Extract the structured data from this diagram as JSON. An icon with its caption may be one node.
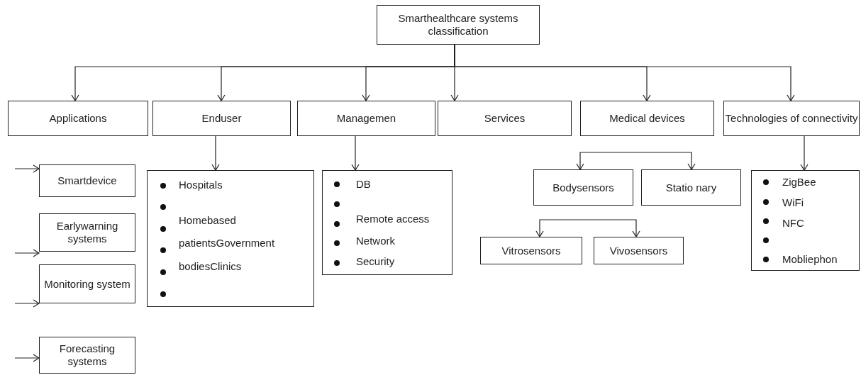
{
  "diagram": {
    "nodes": [
      {
        "text": [
          "Smarthealthcare systems classification"
        ]
      },
      {
        "text": [
          "Applications"
        ]
      },
      {
        "text": [
          "Enduser"
        ]
      },
      {
        "text": [
          "Managemen"
        ]
      },
      {
        "text": [
          "Services"
        ]
      },
      {
        "text": [
          "Medical devices"
        ]
      },
      {
        "text": [
          "Technologies of connectivity"
        ]
      },
      {
        "text": [
          "Smartdevice"
        ]
      },
      {
        "text": [
          "Earlywarning systems"
        ]
      },
      {
        "text": [
          "Monitoring system"
        ]
      },
      {
        "text": [
          "Forecasting systems"
        ]
      },
      {
        "text": [
          "Hospitals",
          "Homebased",
          "patientsGovernment",
          "bodiesClinics"
        ]
      },
      {
        "text": [
          "DB",
          "Remote access",
          "Network",
          "Security"
        ]
      },
      {
        "text": [
          "Bodysensors"
        ]
      },
      {
        "text": [
          "Statio nary"
        ]
      },
      {
        "text": [
          "Vitrosensors"
        ]
      },
      {
        "text": [
          "Vivosensors"
        ]
      },
      {
        "text": [
          "ZigBee",
          "WiFi",
          "NFC",
          "Mobliephon"
        ]
      }
    ],
    "edges": [
      {
        "from": 0,
        "to": 1,
        "arrow": "to"
      },
      {
        "from": 0,
        "to": 2,
        "arrow": "to"
      },
      {
        "from": 0,
        "to": 3,
        "arrow": "to"
      },
      {
        "from": 0,
        "to": 4,
        "arrow": "to"
      },
      {
        "from": 0,
        "to": 5,
        "arrow": "to"
      },
      {
        "from": 0,
        "to": 6,
        "arrow": "to"
      },
      {
        "from": null,
        "to": 7,
        "arrow": "to"
      },
      {
        "from": null,
        "to": 8,
        "arrow": "to"
      },
      {
        "from": null,
        "to": 9,
        "arrow": "to"
      },
      {
        "from": null,
        "to": 10,
        "arrow": "to"
      },
      {
        "from": 2,
        "to": 11,
        "arrow": "to"
      },
      {
        "from": 3,
        "to": 12,
        "arrow": "to"
      },
      {
        "from": null,
        "to": 13,
        "arrow": "to"
      },
      {
        "from": null,
        "to": 14,
        "arrow": "to"
      },
      {
        "from": null,
        "to": 15,
        "arrow": "to"
      },
      {
        "from": null,
        "to": 16,
        "arrow": "to"
      },
      {
        "from": 6,
        "to": 17,
        "arrow": "to"
      }
    ]
  }
}
